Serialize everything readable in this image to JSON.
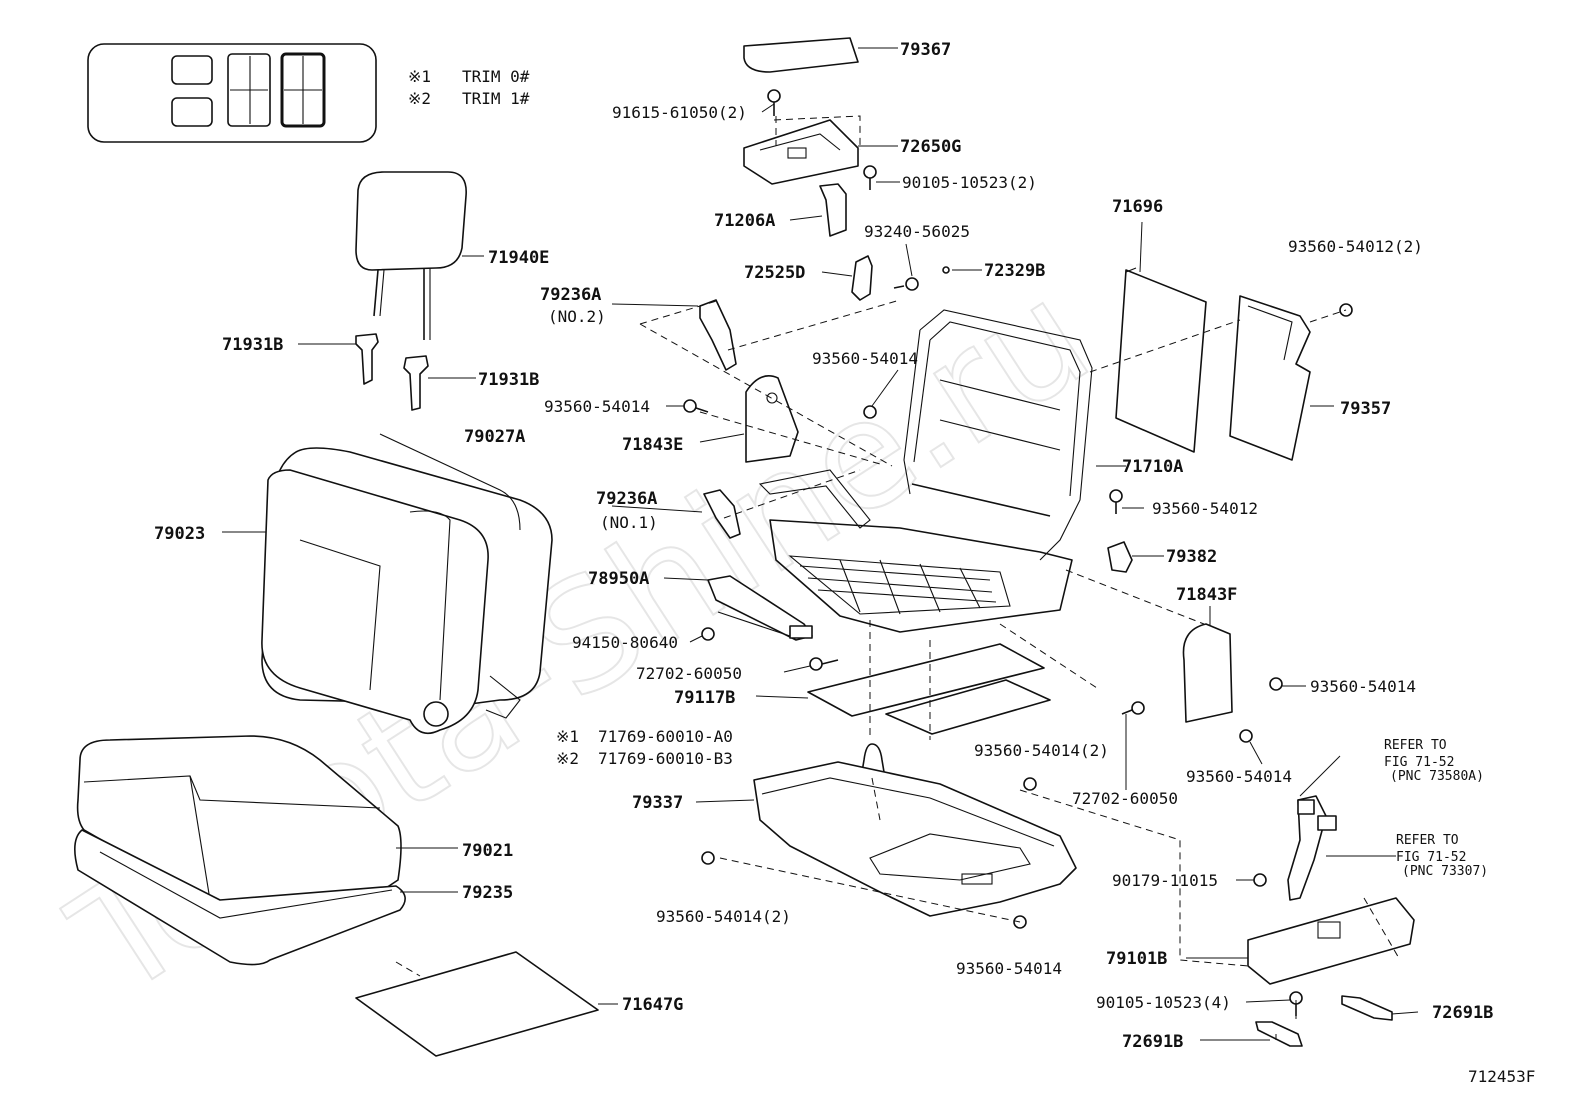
{
  "watermark": "Toyota-Shine.ru",
  "legend": {
    "items": [
      {
        "mark": "※1",
        "text": "TRIM 0#"
      },
      {
        "mark": "※2",
        "text": "TRIM 1#"
      }
    ]
  },
  "figure_id": "712453F",
  "labels": {
    "p79367": "79367",
    "p91615": "91615-61050(2)",
    "p72650G": "72650G",
    "p90105a": "90105-10523(2)",
    "p71206A": "71206A",
    "p93240": "93240-56025",
    "p72525D": "72525D",
    "p72329B": "72329B",
    "p71940E": "71940E",
    "p71931B_1": "71931B",
    "p71931B_2": "71931B",
    "p79236A_2": "79236A",
    "no2": "(NO.2)",
    "p93560_54014_a": "93560-54014",
    "p93560_54014_b": "93560-54014",
    "p71843E": "71843E",
    "p79027A": "79027A",
    "p79023": "79023",
    "p79236A_1": "79236A",
    "no1": "(NO.1)",
    "p78950A": "78950A",
    "p94150": "94150-80640",
    "p72702_a": "72702-60050",
    "p79117B": "79117B",
    "trim1_mark": "※1",
    "p71769_a0": "71769-60010-A0",
    "trim2_mark": "※2",
    "p71769_b3": "71769-60010-B3",
    "p79337": "79337",
    "p93560_54014_2a": "93560-54014(2)",
    "p93560_54014_2b": "93560-54014(2)",
    "p93560_54014_c": "93560-54014",
    "p72702_b": "72702-60050",
    "p79021": "79021",
    "p79235": "79235",
    "p71647G": "71647G",
    "p71696": "71696",
    "p93560_54012_2": "93560-54012(2)",
    "p79357": "79357",
    "p71710A": "71710A",
    "p93560_54012": "93560-54012",
    "p79382": "79382",
    "p71843F": "71843F",
    "p93560_54014_d": "93560-54014",
    "p93560_54014_e": "93560-54014",
    "refer1_a": "REFER TO",
    "refer1_b": "FIG 71-52",
    "refer1_c": "(PNC 73580A)",
    "refer2_a": "REFER TO",
    "refer2_b": "FIG 71-52",
    "refer2_c": "(PNC 73307)",
    "p90179": "90179-11015",
    "p79101B": "79101B",
    "p90105b": "90105-10523(4)",
    "p72691B_1": "72691B",
    "p72691B_2": "72691B"
  }
}
